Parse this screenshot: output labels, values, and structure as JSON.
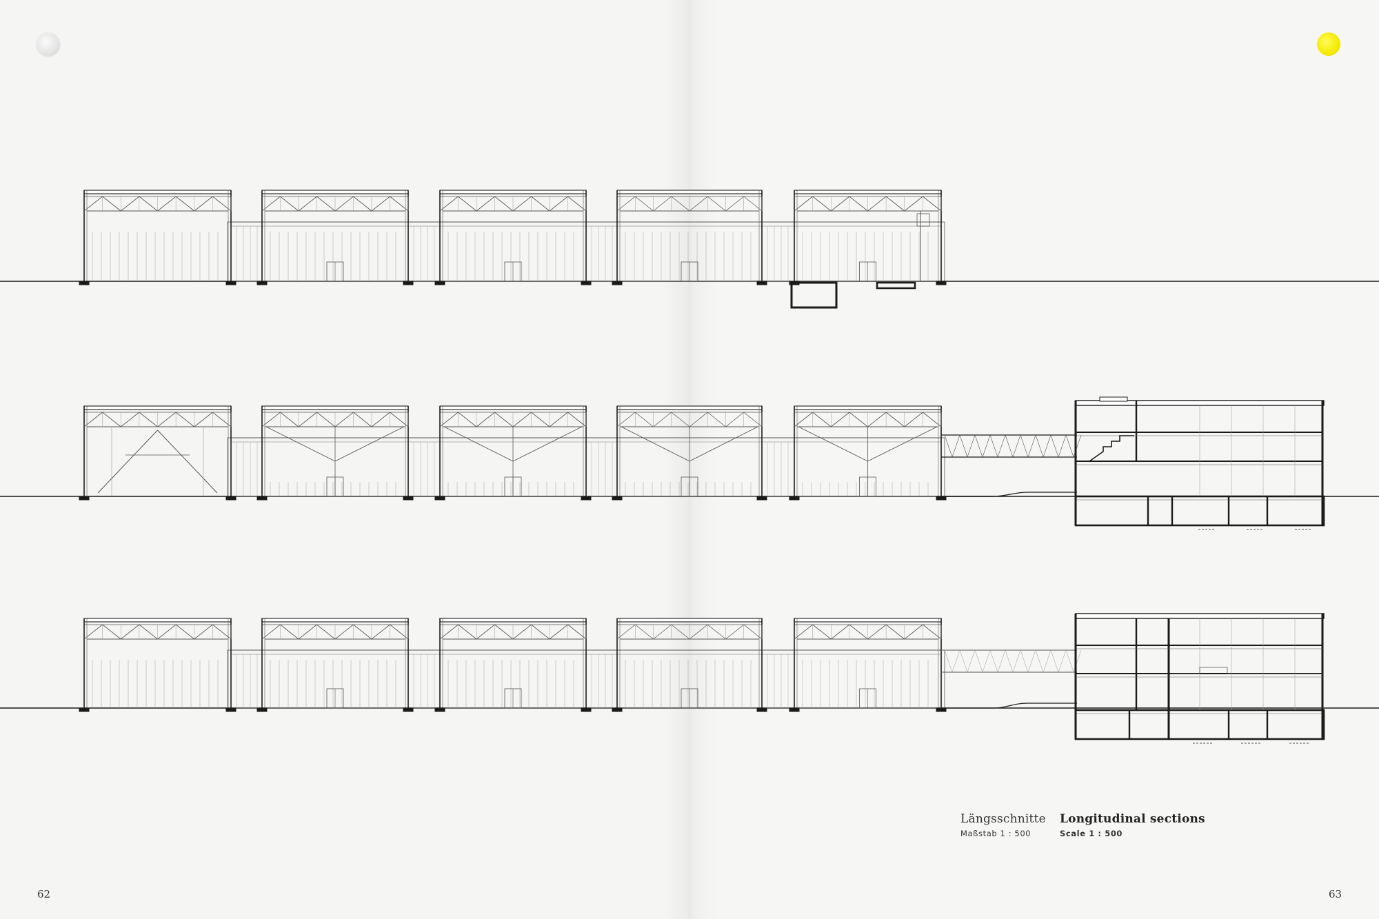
{
  "caption": {
    "de_title": "Längsschnitte",
    "de_scale": "Maßstab 1 : 500",
    "en_title": "Longitudinal sections",
    "en_scale": "Scale 1 : 500"
  },
  "page_numbers": {
    "left": "62",
    "right": "63"
  },
  "colors": {
    "accent_dot": "#f4ea00",
    "page": "#f5f5f4",
    "ink": "#1a1a1a"
  }
}
